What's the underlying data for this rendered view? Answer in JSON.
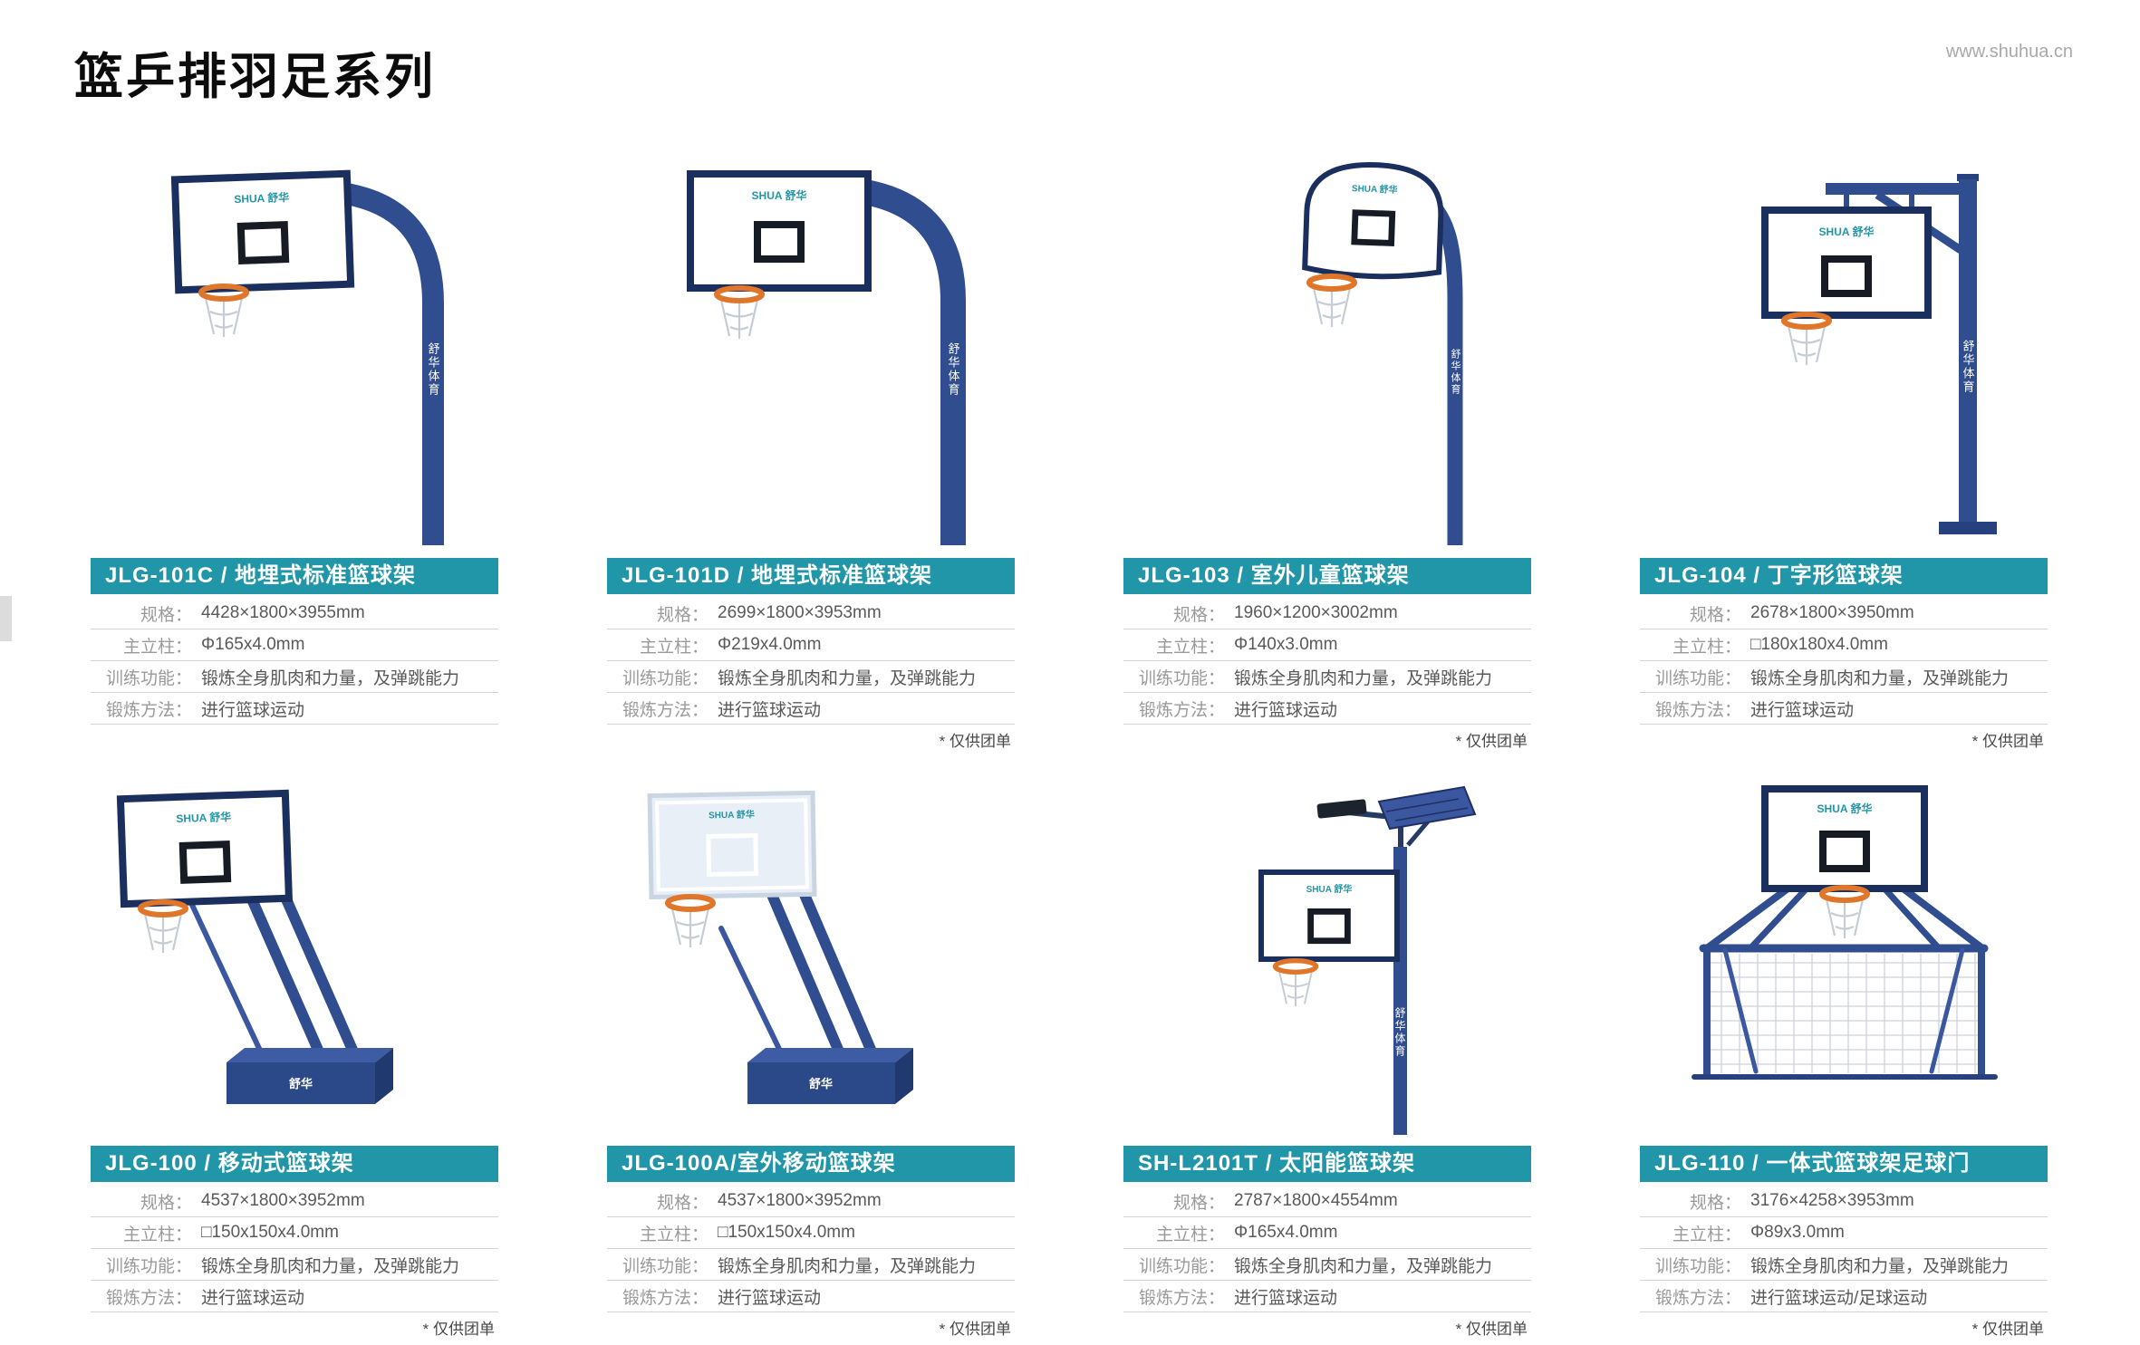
{
  "page": {
    "title": "篮乒排羽足系列",
    "url": "www.shuhua.cn"
  },
  "labels": {
    "spec": "规格：",
    "main_column": "主立柱：",
    "training": "训练功能：",
    "method": "锻炼方法：",
    "group_note": "* 仅供团单"
  },
  "branding": {
    "board_logo": "SHUA 舒华",
    "pole_text": "舒华体育",
    "base_text": "舒华"
  },
  "colors": {
    "accent_teal": "#2196a8",
    "pole_blue": "#2f4d8f",
    "rim_orange": "#e0762a"
  },
  "products": [
    {
      "model": "JLG-101C / 地埋式标准篮球架",
      "spec": "4428×1800×3955mm",
      "main_column": "Φ165x4.0mm",
      "training": "锻炼全身肌肉和力量，及弹跳能力",
      "method": "进行篮球运动",
      "group_only": false
    },
    {
      "model": "JLG-101D / 地埋式标准篮球架",
      "spec": "2699×1800×3953mm",
      "main_column": "Φ219x4.0mm",
      "training": "锻炼全身肌肉和力量，及弹跳能力",
      "method": "进行篮球运动",
      "group_only": true
    },
    {
      "model": "JLG-103 / 室外儿童篮球架",
      "spec": "1960×1200×3002mm",
      "main_column": "Φ140x3.0mm",
      "training": "锻炼全身肌肉和力量，及弹跳能力",
      "method": "进行篮球运动",
      "group_only": true
    },
    {
      "model": "JLG-104 / 丁字形篮球架",
      "spec": "2678×1800×3950mm",
      "main_column": "□180x180x4.0mm",
      "training": "锻炼全身肌肉和力量，及弹跳能力",
      "method": "进行篮球运动",
      "group_only": true
    },
    {
      "model": "JLG-100 / 移动式篮球架",
      "spec": "4537×1800×3952mm",
      "main_column": "□150x150x4.0mm",
      "training": "锻炼全身肌肉和力量，及弹跳能力",
      "method": "进行篮球运动",
      "group_only": true
    },
    {
      "model": "JLG-100A/室外移动篮球架",
      "spec": "4537×1800×3952mm",
      "main_column": "□150x150x4.0mm",
      "training": "锻炼全身肌肉和力量，及弹跳能力",
      "method": "进行篮球运动",
      "group_only": true
    },
    {
      "model": "SH-L2101T / 太阳能篮球架",
      "spec": "2787×1800×4554mm",
      "main_column": "Φ165x4.0mm",
      "training": "锻炼全身肌肉和力量，及弹跳能力",
      "method": "进行篮球运动",
      "group_only": true
    },
    {
      "model": "JLG-110 / 一体式篮球架足球门",
      "spec": "3176×4258×3953mm",
      "main_column": "Φ89x3.0mm",
      "training": "锻炼全身肌肉和力量，及弹跳能力",
      "method": "进行篮球运动/足球运动",
      "group_only": true
    }
  ]
}
